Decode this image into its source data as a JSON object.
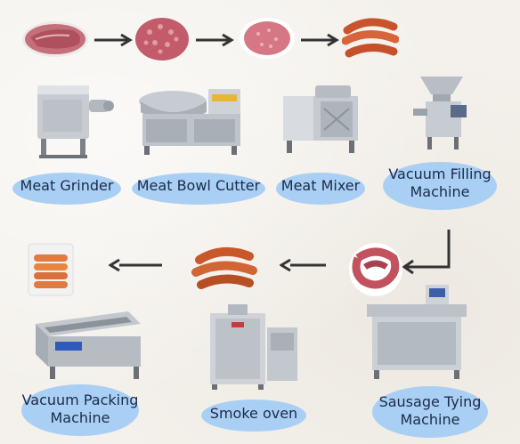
{
  "process": {
    "steps": [
      {
        "id": "meat-grinder",
        "label": "Meat Grinder"
      },
      {
        "id": "meat-bowl-cutter",
        "label": "Meat Bowl Cutter"
      },
      {
        "id": "meat-mixer",
        "label": "Meat Mixer"
      },
      {
        "id": "vacuum-filling-machine",
        "label_line1": "Vacuum Filling",
        "label_line2": "Machine"
      },
      {
        "id": "sausage-tying-machine",
        "label_line1": "Sausage Tying",
        "label_line2": "Machine"
      },
      {
        "id": "smoke-oven",
        "label": "Smoke oven"
      },
      {
        "id": "vacuum-packing-machine",
        "label_line1": "Vacuum Packing",
        "label_line2": "Machine"
      }
    ]
  },
  "colors": {
    "label_blob": "#a9d0f4",
    "label_text": "#1c2a4a",
    "arrow": "#333333",
    "background": "#f4f1ec"
  }
}
